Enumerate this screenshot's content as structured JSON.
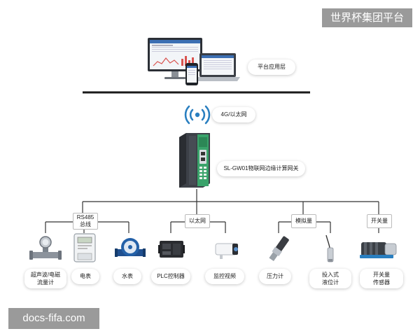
{
  "watermarks": {
    "top": "世界杯集团平台",
    "bottom": "docs-fifa.com"
  },
  "layers": {
    "platform": "平台应用层",
    "network": "4G/以太网",
    "gateway": "SL-GW01物联网边缘计算网关"
  },
  "buses": {
    "rs485_line1": "RS485",
    "rs485_line2": "总线",
    "ethernet": "以太网",
    "analog": "模拟量",
    "switch": "开关量"
  },
  "devices": [
    {
      "line1": "超声波/电磁",
      "line2": "流量计",
      "icon": "flowmeter-icon"
    },
    {
      "line1": "电表",
      "line2": "",
      "icon": "electric-meter-icon"
    },
    {
      "line1": "水表",
      "line2": "",
      "icon": "water-meter-icon"
    },
    {
      "line1": "PLC控制器",
      "line2": "",
      "icon": "plc-controller-icon"
    },
    {
      "line1": "监控视频",
      "line2": "",
      "icon": "camera-icon"
    },
    {
      "line1": "压力计",
      "line2": "",
      "icon": "pressure-gauge-icon"
    },
    {
      "line1": "投入式",
      "line2": "液位计",
      "icon": "level-sensor-icon"
    },
    {
      "line1": "开关量",
      "line2": "传感器",
      "icon": "switch-sensor-icon"
    }
  ],
  "colors": {
    "accent": "#2a7fc0",
    "line": "#333333",
    "gateway_green": "#3aa36b"
  }
}
